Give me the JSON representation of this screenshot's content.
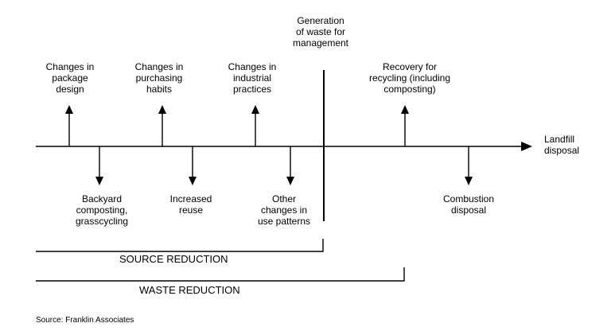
{
  "top_labels": {
    "package_design": "Changes in\npackage\ndesign",
    "purchasing_habits": "Changes in\npurchasing\nhabits",
    "industrial_practices": "Changes in\nindustrial\npractices",
    "generation": "Generation\nof waste for\nmanagement",
    "recovery": "Recovery for\nrecycling (including\ncomposting)",
    "landfill": "Landfill\ndisposal"
  },
  "bottom_labels": {
    "backyard": "Backyard\ncomposting,\ngrasscycling",
    "reuse": "Increased\nreuse",
    "other_changes": "Other\nchanges in\nuse patterns",
    "combustion": "Combustion\ndisposal"
  },
  "brackets": {
    "source_reduction": "SOURCE REDUCTION",
    "waste_reduction": "WASTE REDUCTION"
  },
  "source_note": "Source: Franklin Associates"
}
